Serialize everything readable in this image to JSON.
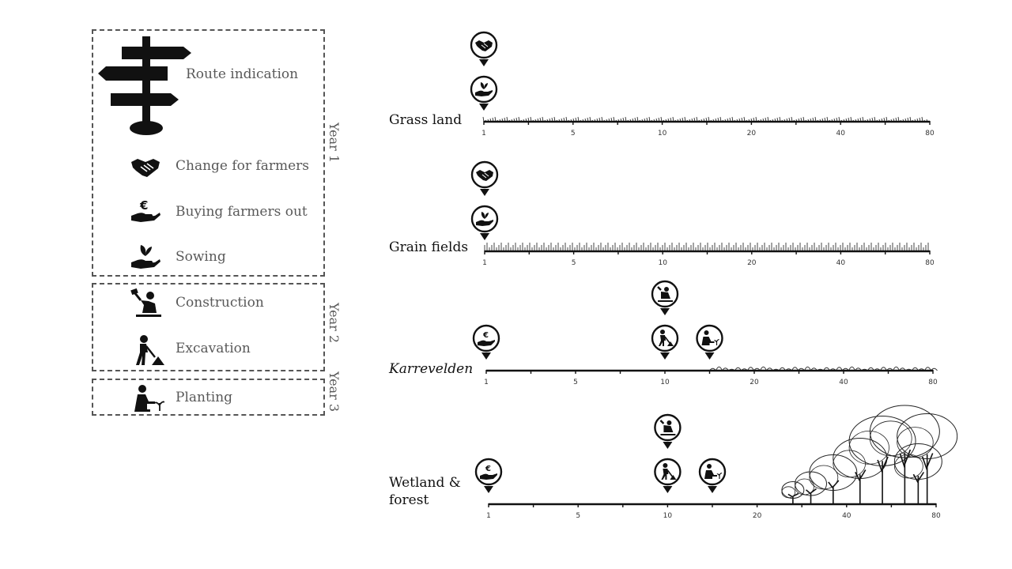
{
  "legend": {
    "items": [
      {
        "id": "route",
        "icon": "signpost-icon",
        "label": "Route indication"
      },
      {
        "id": "change",
        "icon": "handshake-icon",
        "label": "Change for farmers"
      },
      {
        "id": "buying",
        "icon": "euro-hand-icon",
        "label": "Buying farmers out"
      },
      {
        "id": "sowing",
        "icon": "sprout-hand-icon",
        "label": "Sowing"
      },
      {
        "id": "construction",
        "icon": "construction-worker-icon",
        "label": "Construction"
      },
      {
        "id": "excavation",
        "icon": "excavation-worker-icon",
        "label": "Excavation"
      },
      {
        "id": "planting",
        "icon": "planting-person-icon",
        "label": "Planting"
      }
    ],
    "years": [
      "Year 1",
      "Year 2",
      "Year 3"
    ]
  },
  "axis_ticks": [
    "1",
    "5",
    "10",
    "20",
    "40",
    "80"
  ],
  "rows": [
    {
      "label": "Grass land",
      "italic": false,
      "markers": [
        {
          "icon": "handshake-icon",
          "tick": 0,
          "level": 1
        },
        {
          "icon": "sprout-hand-icon",
          "tick": 0,
          "level": 0
        }
      ]
    },
    {
      "label": "Grain fields",
      "italic": false,
      "markers": [
        {
          "icon": "handshake-icon",
          "tick": 0,
          "level": 1
        },
        {
          "icon": "sprout-hand-icon",
          "tick": 0,
          "level": 0
        }
      ]
    },
    {
      "label": "Karrevelden",
      "italic": true,
      "markers": [
        {
          "icon": "euro-hand-icon",
          "tick": 0,
          "level": 0
        },
        {
          "icon": "construction-worker-icon",
          "tick": 2,
          "level": 1
        },
        {
          "icon": "excavation-worker-icon",
          "tick": 2,
          "level": 0
        },
        {
          "icon": "planting-person-icon",
          "tick": 2.5,
          "level": 0
        }
      ]
    },
    {
      "label": "Wetland & forest",
      "italic": false,
      "markers": [
        {
          "icon": "euro-hand-icon",
          "tick": 0,
          "level": 0
        },
        {
          "icon": "construction-worker-icon",
          "tick": 2,
          "level": 1
        },
        {
          "icon": "excavation-worker-icon",
          "tick": 2,
          "level": 0
        },
        {
          "icon": "planting-person-icon",
          "tick": 2.5,
          "level": 0
        }
      ]
    }
  ]
}
